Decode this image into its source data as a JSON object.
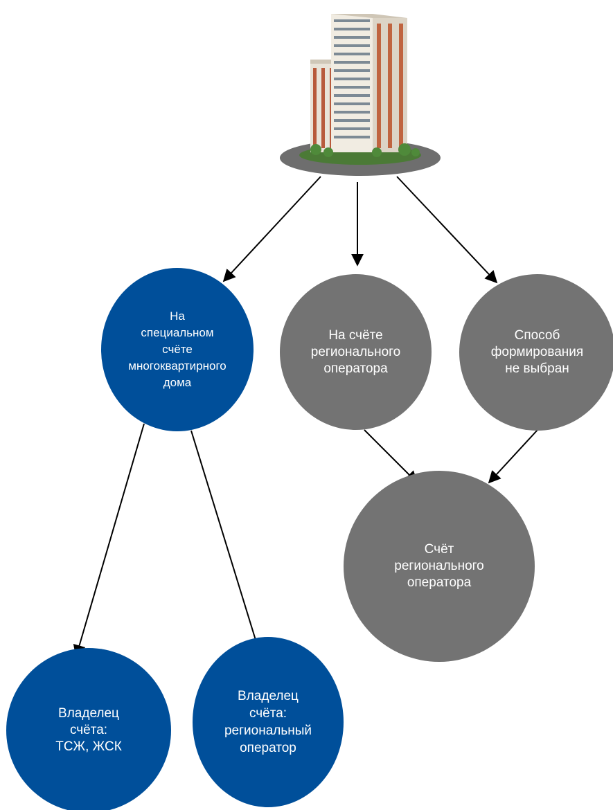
{
  "diagram": {
    "root": {
      "icon": "apartment-building-icon"
    },
    "nodes": {
      "special_account": {
        "label": "На\nспециальном\nсчёте\nмногоквартирного\nдома",
        "color": "#004f9a"
      },
      "regional_operator_account": {
        "label": "На счёте\nрегионального\nоператора",
        "color": "#737373"
      },
      "not_chosen": {
        "label": "Способ\nформирования\nне выбран",
        "color": "#737373"
      },
      "regop_account": {
        "label": "Счёт\nрегионального\nоператора",
        "color": "#737373"
      },
      "owner_tszh": {
        "label": "Владелец\nсчёта:\nТСЖ, ЖСК",
        "color": "#004f9a"
      },
      "owner_regop": {
        "label": "Владелец\nсчёта:\nрегиональный\nоператор",
        "color": "#004f9a"
      }
    },
    "edges": [
      {
        "from": "root",
        "to": "special_account"
      },
      {
        "from": "root",
        "to": "regional_operator_account"
      },
      {
        "from": "root",
        "to": "not_chosen"
      },
      {
        "from": "regional_operator_account",
        "to": "regop_account"
      },
      {
        "from": "not_chosen",
        "to": "regop_account"
      },
      {
        "from": "special_account",
        "to": "owner_tszh"
      },
      {
        "from": "special_account",
        "to": "owner_regop"
      }
    ]
  }
}
